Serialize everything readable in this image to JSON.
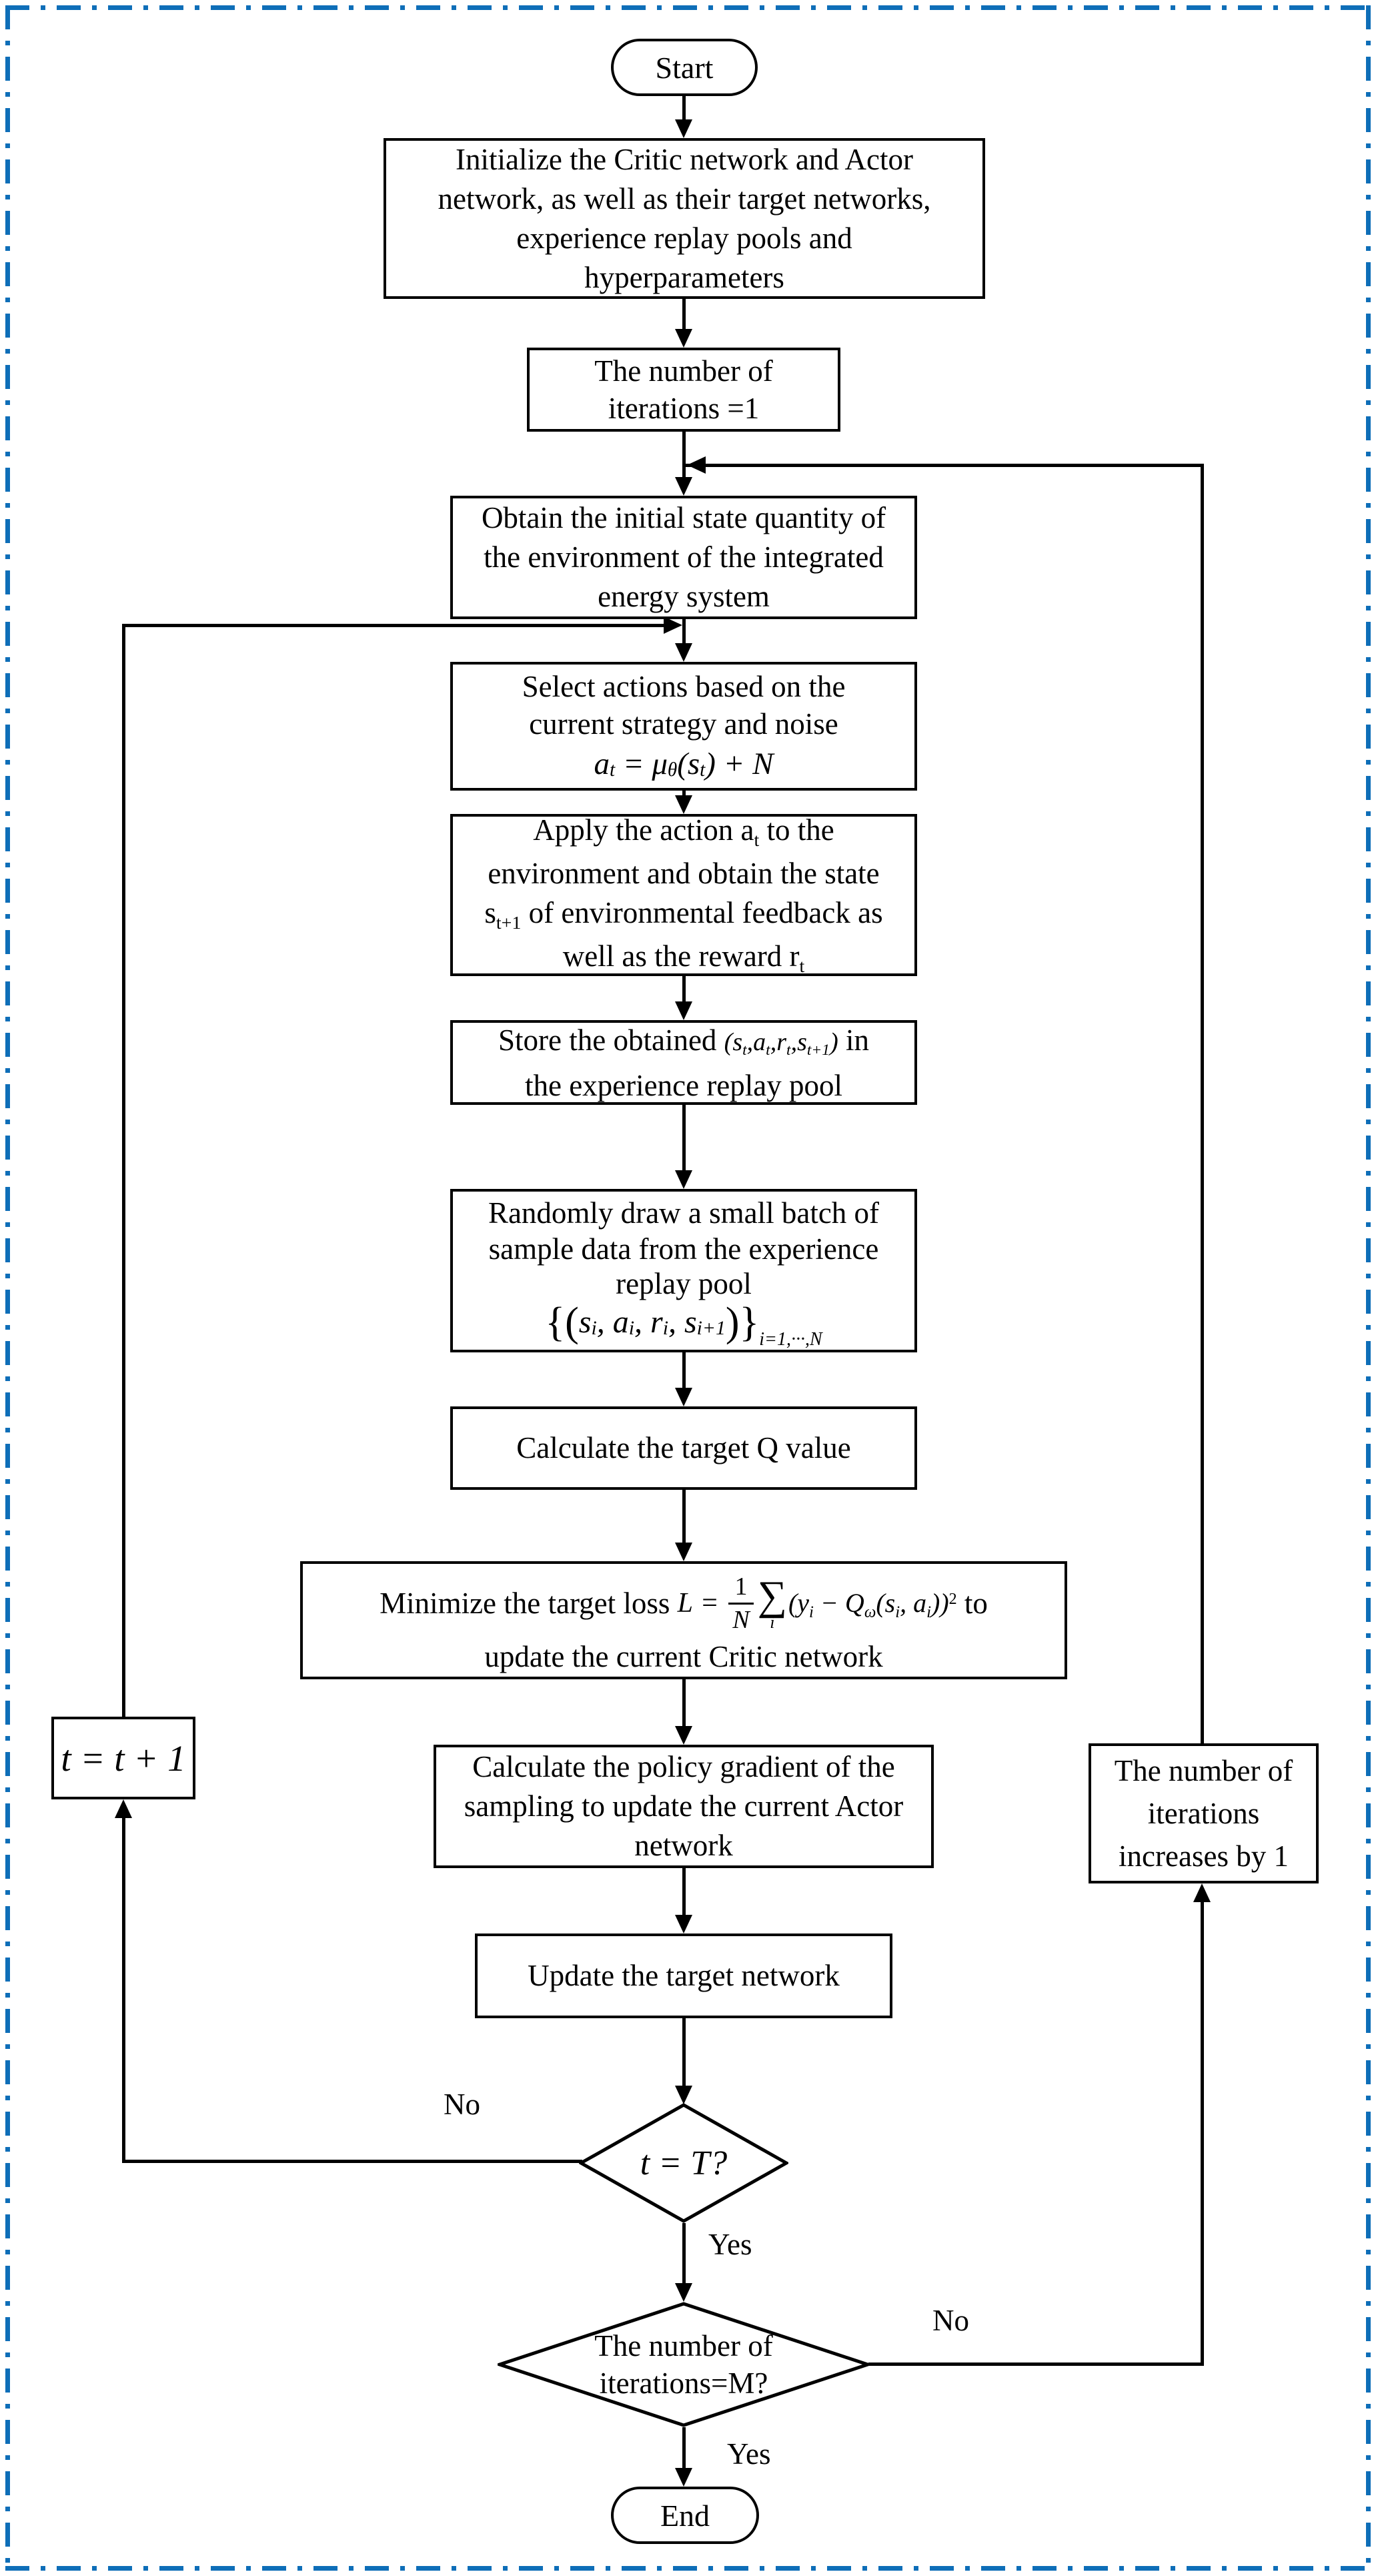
{
  "colors": {
    "accent_border": "#0e6eb8",
    "line": "#000000"
  },
  "flow": {
    "start": "Start",
    "init_l1": "Initialize the Critic network and Actor",
    "init_l2": "network, as well as their target networks,",
    "init_l3": "experience replay pools and",
    "init_l4": "hyperparameters",
    "iter1_l1": "The number of",
    "iter1_l2": "iterations =1",
    "obtain_l1": "Obtain the initial state quantity of",
    "obtain_l2": "the environment of the integrated",
    "obtain_l3": "energy system",
    "select_l1": "Select actions based on the",
    "select_l2": "current strategy and noise",
    "select_f": {
      "a": "a",
      "at": "t",
      "eq": " = ",
      "mu": "μ",
      "muth": "θ",
      "p1": "(",
      "s": "s",
      "st": "t",
      "p2": ")",
      "plus": " + ",
      "N": "N"
    },
    "apply_l1a": "Apply the action a",
    "apply_l1s": "t",
    "apply_l1b": " to the",
    "apply_l2": "environment and obtain the state",
    "apply_l3a": "s",
    "apply_l3s": "t+1",
    "apply_l3b": " of environmental feedback as",
    "apply_l4a": "well as the reward r",
    "apply_l4s": "t",
    "store_l1a": "Store the obtained ",
    "store_f": {
      "p1": "(",
      "s": "s",
      "st": "t",
      "c1": ",",
      "a": "a",
      "at": "t",
      "c2": ",",
      "r": "r",
      "rt": "t",
      "c3": ",",
      "s2": "s",
      "s2t": "t+1",
      "p2": ")"
    },
    "store_l1b": " in",
    "store_l2": "the experience replay pool",
    "rand_l1": "Randomly draw a small batch of",
    "rand_l2": "sample data from the experience",
    "rand_l3": "replay pool",
    "rand_f": {
      "d1": "{(",
      "s": "s",
      "si": "i",
      "c1": ", ",
      "a": "a",
      "ai": "i",
      "c2": ", ",
      "r": "r",
      "ri": "i",
      "c3": ", ",
      "s2": "s",
      "s2i": "i+1",
      "d2": ")}",
      "sub": "i=1,···,N"
    },
    "calcq": "Calculate the target Q value",
    "min_a": "Minimize the target loss ",
    "min_f": {
      "L": "L",
      "eq": " = ",
      "num": "1",
      "den": "N",
      "sig": "∑",
      "sigi": "i",
      "t1": "(",
      "y": "y",
      "yi": "i",
      "minus": " − ",
      "Q": "Q",
      "Qw": "ω",
      "t2": "(",
      "s": "s",
      "si": "i",
      "c": ", ",
      "a": "a",
      "ai": "i",
      "t3": "))",
      "sq": "2"
    },
    "min_b": " to",
    "min_l2": "update the current Critic network",
    "policy_l1": "Calculate the policy gradient of the",
    "policy_l2": "sampling to update the current Actor",
    "policy_l3": "network",
    "update": "Update the target network",
    "d1_label": "t = T?",
    "no1": "No",
    "yes1": "Yes",
    "tplus": "t = t + 1",
    "d2_l1": "The number of",
    "d2_l2": "iterations=M?",
    "no2": "No",
    "yes2": "Yes",
    "inc_l1": "The number of",
    "inc_l2": "iterations",
    "inc_l3": "increases by 1",
    "end": "End"
  }
}
